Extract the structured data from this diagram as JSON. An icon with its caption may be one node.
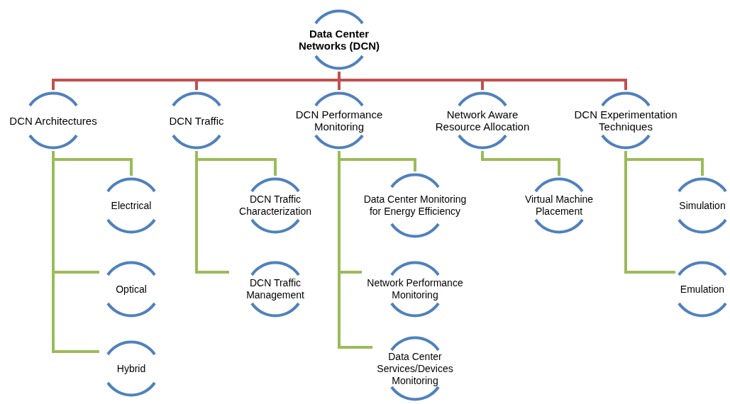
{
  "diagram": {
    "nodes": [
      {
        "text": [
          "Data Center Networks (DCN)"
        ]
      },
      {
        "text": [
          "DCN Architectures"
        ]
      },
      {
        "text": [
          "DCN Traffic"
        ]
      },
      {
        "text": [
          "DCN Performance Monitoring"
        ]
      },
      {
        "text": [
          "Network Aware Resource Allocation"
        ]
      },
      {
        "text": [
          "DCN Experimentation Techniques"
        ]
      },
      {
        "text": [
          "Electrical"
        ]
      },
      {
        "text": [
          "Optical"
        ]
      },
      {
        "text": [
          "Hybrid"
        ]
      },
      {
        "text": [
          "DCN Traffic Characterization"
        ]
      },
      {
        "text": [
          "DCN Traffic Management"
        ]
      },
      {
        "text": [
          "Data Center Monitoring for Energy Efficiency"
        ]
      },
      {
        "text": [
          "Network Performance Monitoring"
        ]
      },
      {
        "text": [
          "Data Center Services/Devices Monitoring"
        ]
      },
      {
        "text": [
          "Virtual Machine Placement"
        ]
      },
      {
        "text": [
          "Simulation"
        ]
      },
      {
        "text": [
          "Emulation"
        ]
      }
    ],
    "edges": [
      {
        "from": 0,
        "to": 1,
        "arrow": "none",
        "color": "#c0504d"
      },
      {
        "from": 0,
        "to": 2,
        "arrow": "none",
        "color": "#c0504d"
      },
      {
        "from": 0,
        "to": 3,
        "arrow": "none",
        "color": "#c0504d"
      },
      {
        "from": 0,
        "to": 4,
        "arrow": "none",
        "color": "#c0504d"
      },
      {
        "from": 0,
        "to": 5,
        "arrow": "none",
        "color": "#c0504d"
      },
      {
        "from": 1,
        "to": 6,
        "arrow": "none"
      },
      {
        "from": 1,
        "to": 7,
        "arrow": "none"
      },
      {
        "from": 1,
        "to": 8,
        "arrow": "none"
      },
      {
        "from": 2,
        "to": 9,
        "arrow": "none"
      },
      {
        "from": 2,
        "to": 10,
        "arrow": "none"
      },
      {
        "from": 3,
        "to": 11,
        "arrow": "none"
      },
      {
        "from": 3,
        "to": 12,
        "arrow": "none"
      },
      {
        "from": 3,
        "to": 13,
        "arrow": "none"
      },
      {
        "from": 4,
        "to": 14,
        "arrow": "none"
      },
      {
        "from": 5,
        "to": 15,
        "arrow": "none"
      },
      {
        "from": 5,
        "to": 16,
        "arrow": "none"
      }
    ]
  }
}
